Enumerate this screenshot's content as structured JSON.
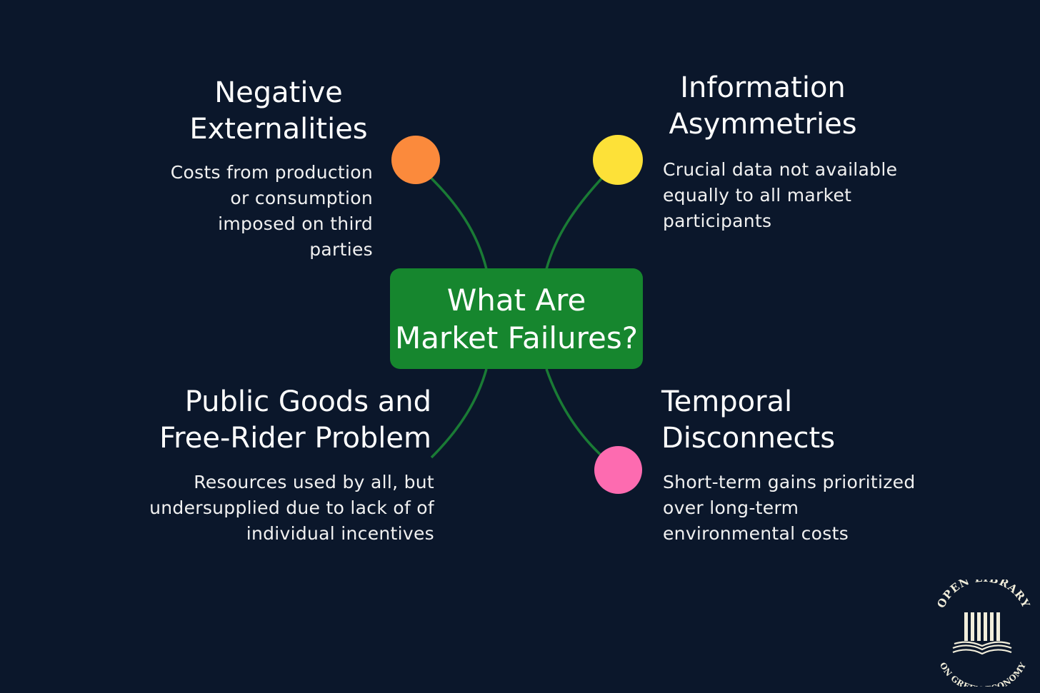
{
  "diagram": {
    "center": {
      "lines": [
        "What Are",
        "Market Failures?"
      ]
    },
    "topics": [
      {
        "id": "negative-externalities",
        "title_lines": [
          "Negative",
          "Externalities"
        ],
        "desc_lines": [
          "Costs from production",
          "or consumption",
          "imposed on third",
          "parties"
        ],
        "color": "#fb8a3c"
      },
      {
        "id": "information-asymmetries",
        "title_lines": [
          "Information",
          "Asymmetries"
        ],
        "desc_lines": [
          "Crucial data not available",
          "equally to all market",
          "participants"
        ],
        "color": "#fde138"
      },
      {
        "id": "public-goods",
        "title_lines": [
          "Public Goods and",
          "Free-Rider Problem"
        ],
        "desc_lines": [
          "Resources used by all, but",
          "undersupplied due to lack of of",
          "individual incentives"
        ],
        "color": null
      },
      {
        "id": "temporal-disconnects",
        "title_lines": [
          "Temporal",
          "Disconnects"
        ],
        "desc_lines": [
          "Short-term gains prioritized",
          "over long-term",
          "environmental costs"
        ],
        "color": "#fd6bb0"
      }
    ]
  },
  "logo": {
    "top_text": "OPEN LIBRARY",
    "bottom_text": "ON GREEN ECONOMY"
  },
  "colors": {
    "background": "#0b172b",
    "center_box": "#16862e",
    "connector": "#1a7b35",
    "logo": "#f2eedb"
  }
}
